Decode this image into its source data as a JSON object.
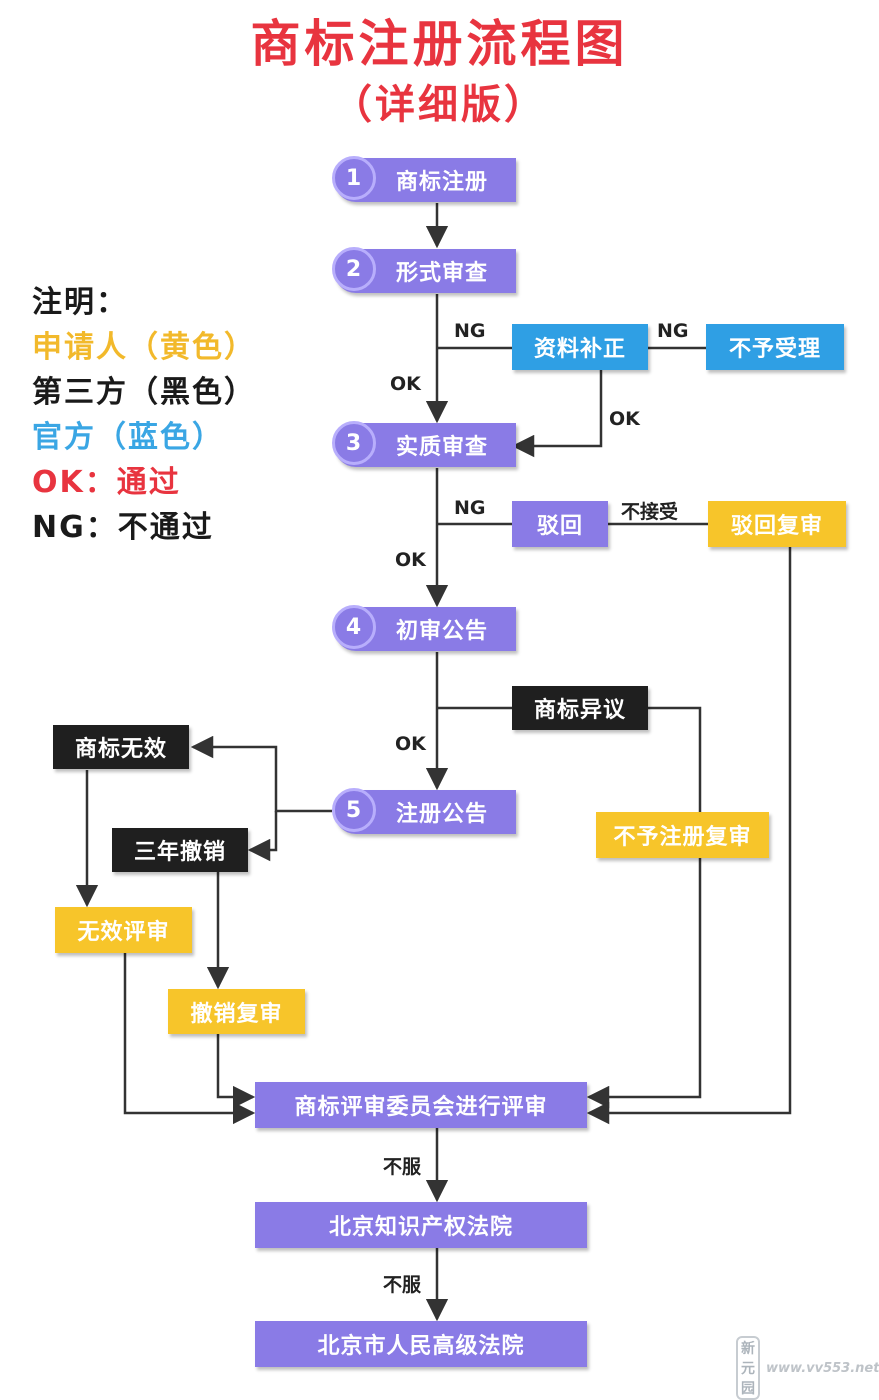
{
  "title": "商标注册流程图",
  "subtitle": "（详细版）",
  "legend": [
    {
      "text": "注明：",
      "color": "#1a1a1a"
    },
    {
      "text": "申请人（黄色）",
      "color": "#f2b92b"
    },
    {
      "text": "第三方（黑色）",
      "color": "#1a1a1a"
    },
    {
      "text": "官方（蓝色）",
      "color": "#3aa6e4"
    },
    {
      "text": "OK：通过",
      "color": "#e8343f"
    },
    {
      "text": "NG：不通过",
      "color": "#1a1a1a"
    }
  ],
  "steps": [
    {
      "num": "1",
      "label": "商标注册"
    },
    {
      "num": "2",
      "label": "形式审查"
    },
    {
      "num": "3",
      "label": "实质审查"
    },
    {
      "num": "4",
      "label": "初审公告"
    },
    {
      "num": "5",
      "label": "注册公告"
    }
  ],
  "boxes": {
    "correction": "资料补正",
    "not_accepted": "不予受理",
    "rejection": "驳回",
    "rejection_review": "驳回复审",
    "opposition": "商标异议",
    "refusal_review": "不予注册复审",
    "invalidation": "商标无效",
    "three_year_cancel": "三年撤销",
    "invalidation_review": "无效评审",
    "cancel_review": "撤销复审",
    "board_review": "商标评审委员会进行评审",
    "ip_court": "北京知识产权法院",
    "high_court": "北京市人民高级法院"
  },
  "edge_labels": {
    "ng": "NG",
    "ok": "OK",
    "not_accept": "不接受",
    "appeal": "不服"
  },
  "watermark": {
    "logo": "新元园",
    "url": "www.vv553.net"
  },
  "colors": {
    "title_red": "#e8343f",
    "purple": "#8a7be6",
    "blue": "#2f9fe4",
    "yellow": "#f7c52a",
    "black": "#1f1f1f",
    "line": "#333333"
  }
}
